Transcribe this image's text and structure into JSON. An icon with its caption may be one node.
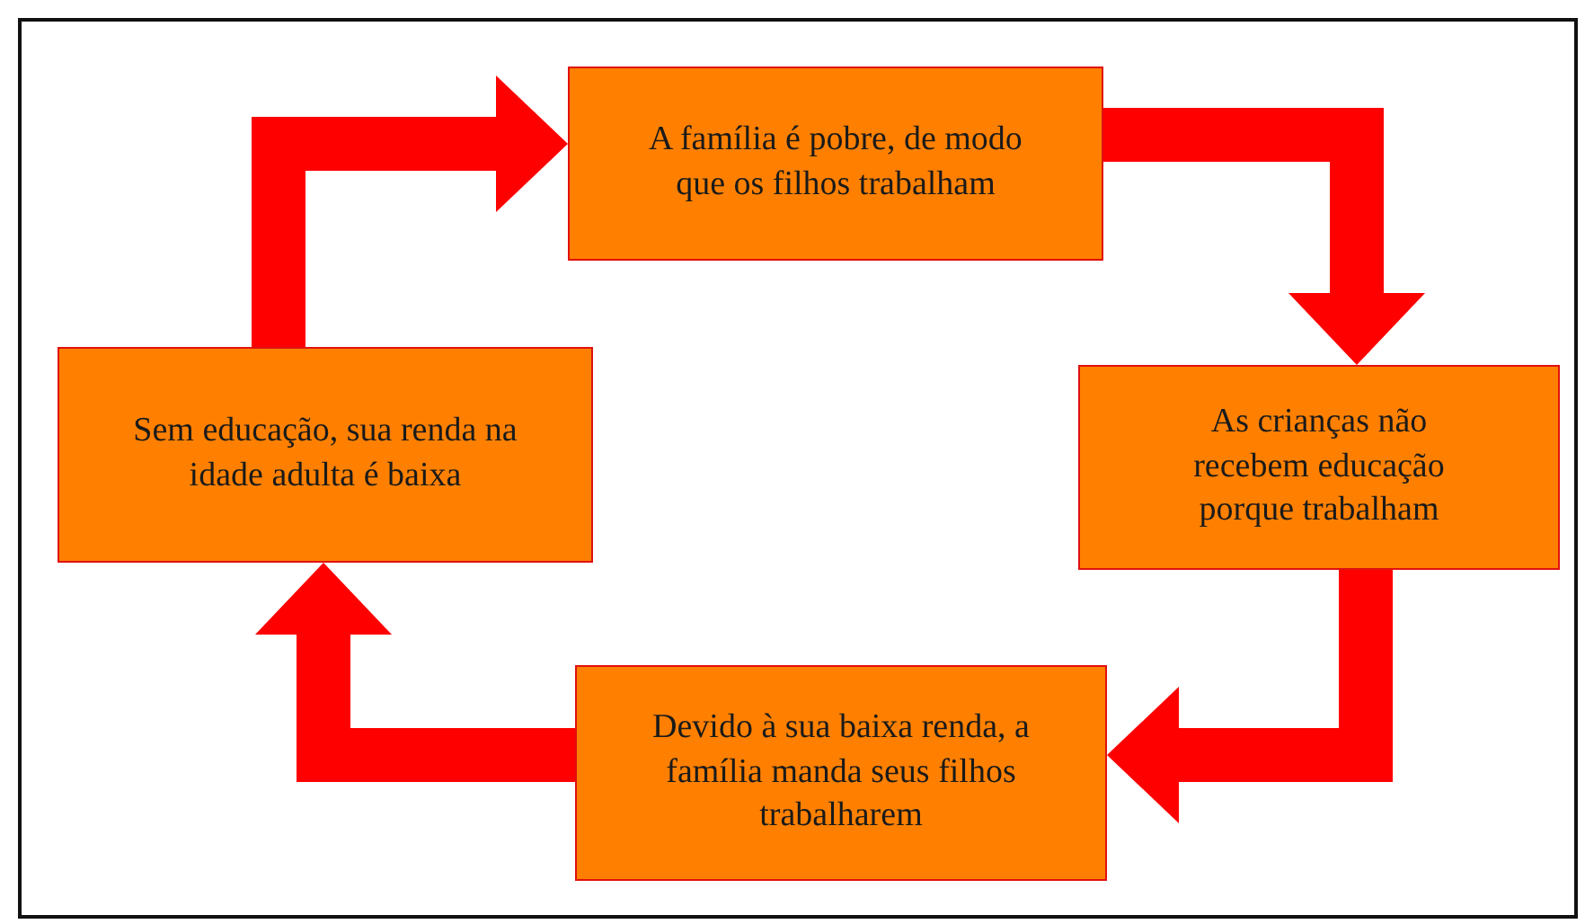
{
  "diagram": {
    "nodes": [
      {
        "text": [
          "A família é pobre, de modo que os filhos trabalham"
        ]
      },
      {
        "text": [
          "As crianças não recebem educação porque trabalham"
        ]
      },
      {
        "text": [
          "Devido à sua baixa renda, a família manda seus filhos trabalharem"
        ]
      },
      {
        "text": [
          "Sem educação, sua renda na idade adulta é baixa"
        ]
      }
    ],
    "edges": [
      {
        "from": 0,
        "to": 1,
        "arrow": "to"
      },
      {
        "from": 1,
        "to": 2,
        "arrow": "to"
      },
      {
        "from": 2,
        "to": 3,
        "arrow": "to"
      },
      {
        "from": 3,
        "to": 0,
        "arrow": "to"
      }
    ]
  }
}
